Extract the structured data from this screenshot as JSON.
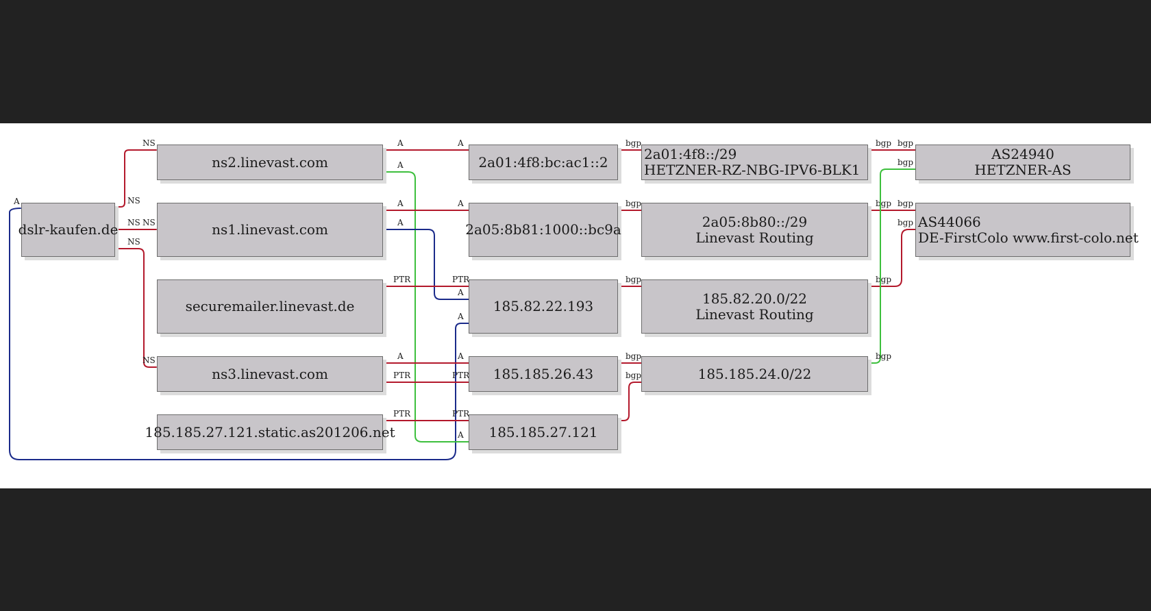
{
  "colors": {
    "background": "#222222",
    "canvas": "#ffffff",
    "node_fill": "#c8c5c9",
    "edge_red": "#b3182b",
    "edge_green": "#3cbf3c",
    "edge_blue": "#1a2a8a"
  },
  "nodes": {
    "domain": {
      "lines": [
        "dslr-kaufen.de"
      ]
    },
    "ns2": {
      "lines": [
        "ns2.linevast.com"
      ]
    },
    "ns1": {
      "lines": [
        "ns1.linevast.com"
      ]
    },
    "securemailer": {
      "lines": [
        "securemailer.linevast.de"
      ]
    },
    "ns3": {
      "lines": [
        "ns3.linevast.com"
      ]
    },
    "static": {
      "lines": [
        "185.185.27.121.static.as201206.net"
      ]
    },
    "ip6a": {
      "lines": [
        "2a01:4f8:bc:ac1::2"
      ]
    },
    "ip6b": {
      "lines": [
        "2a05:8b81:1000::bc9a"
      ]
    },
    "ip4a": {
      "lines": [
        "185.82.22.193"
      ]
    },
    "ip4b": {
      "lines": [
        "185.185.26.43"
      ]
    },
    "ip4c": {
      "lines": [
        "185.185.27.121"
      ]
    },
    "net6a": {
      "lines": [
        "2a01:4f8::/29",
        "HETZNER-RZ-NBG-IPV6-BLK1"
      ]
    },
    "net6b": {
      "lines": [
        "2a05:8b80::/29",
        "Linevast Routing"
      ]
    },
    "net4a": {
      "lines": [
        "185.82.20.0/22",
        "Linevast Routing"
      ]
    },
    "net4b": {
      "lines": [
        "185.185.24.0/22"
      ]
    },
    "as1": {
      "lines": [
        "AS24940",
        "HETZNER-AS"
      ]
    },
    "as2": {
      "lines": [
        "AS44066",
        "DE-FirstColo www.first-colo.net"
      ]
    }
  },
  "edges": [
    {
      "from": "domain",
      "to": "ns2",
      "type": "NS",
      "color": "red"
    },
    {
      "from": "domain",
      "to": "ns1",
      "type": "NS",
      "color": "red"
    },
    {
      "from": "domain",
      "to": "ns3",
      "type": "NS",
      "color": "red"
    },
    {
      "from": "domain",
      "to": "ip4a",
      "type": "A",
      "color": "blue"
    },
    {
      "from": "ns2",
      "to": "ip6a",
      "type": "A",
      "color": "red"
    },
    {
      "from": "ns2",
      "to": "ip4c",
      "type": "A",
      "color": "green"
    },
    {
      "from": "ns1",
      "to": "ip6b",
      "type": "A",
      "color": "red"
    },
    {
      "from": "ns1",
      "to": "ip4a",
      "type": "A",
      "color": "blue"
    },
    {
      "from": "securemailer",
      "to": "ip4a",
      "type": "PTR",
      "color": "red"
    },
    {
      "from": "ns3",
      "to": "ip4b",
      "type": "A",
      "color": "red"
    },
    {
      "from": "ns3",
      "to": "ip4b",
      "type": "PTR",
      "color": "red"
    },
    {
      "from": "static",
      "to": "ip4c",
      "type": "PTR",
      "color": "red"
    },
    {
      "from": "ip6a",
      "to": "net6a",
      "type": "bgp",
      "color": "red"
    },
    {
      "from": "ip6b",
      "to": "net6b",
      "type": "bgp",
      "color": "red"
    },
    {
      "from": "ip4a",
      "to": "net4a",
      "type": "bgp",
      "color": "red"
    },
    {
      "from": "ip4b",
      "to": "net4b",
      "type": "bgp",
      "color": "red"
    },
    {
      "from": "ip4c",
      "to": "net4b",
      "type": "bgp",
      "color": "red"
    },
    {
      "from": "net6a",
      "to": "as1",
      "type": "bgp",
      "color": "red"
    },
    {
      "from": "net6b",
      "to": "as2",
      "type": "bgp",
      "color": "red"
    },
    {
      "from": "net4a",
      "to": "as2",
      "type": "bgp",
      "color": "red"
    },
    {
      "from": "net4b",
      "to": "as1",
      "type": "bgp",
      "color": "green"
    }
  ]
}
